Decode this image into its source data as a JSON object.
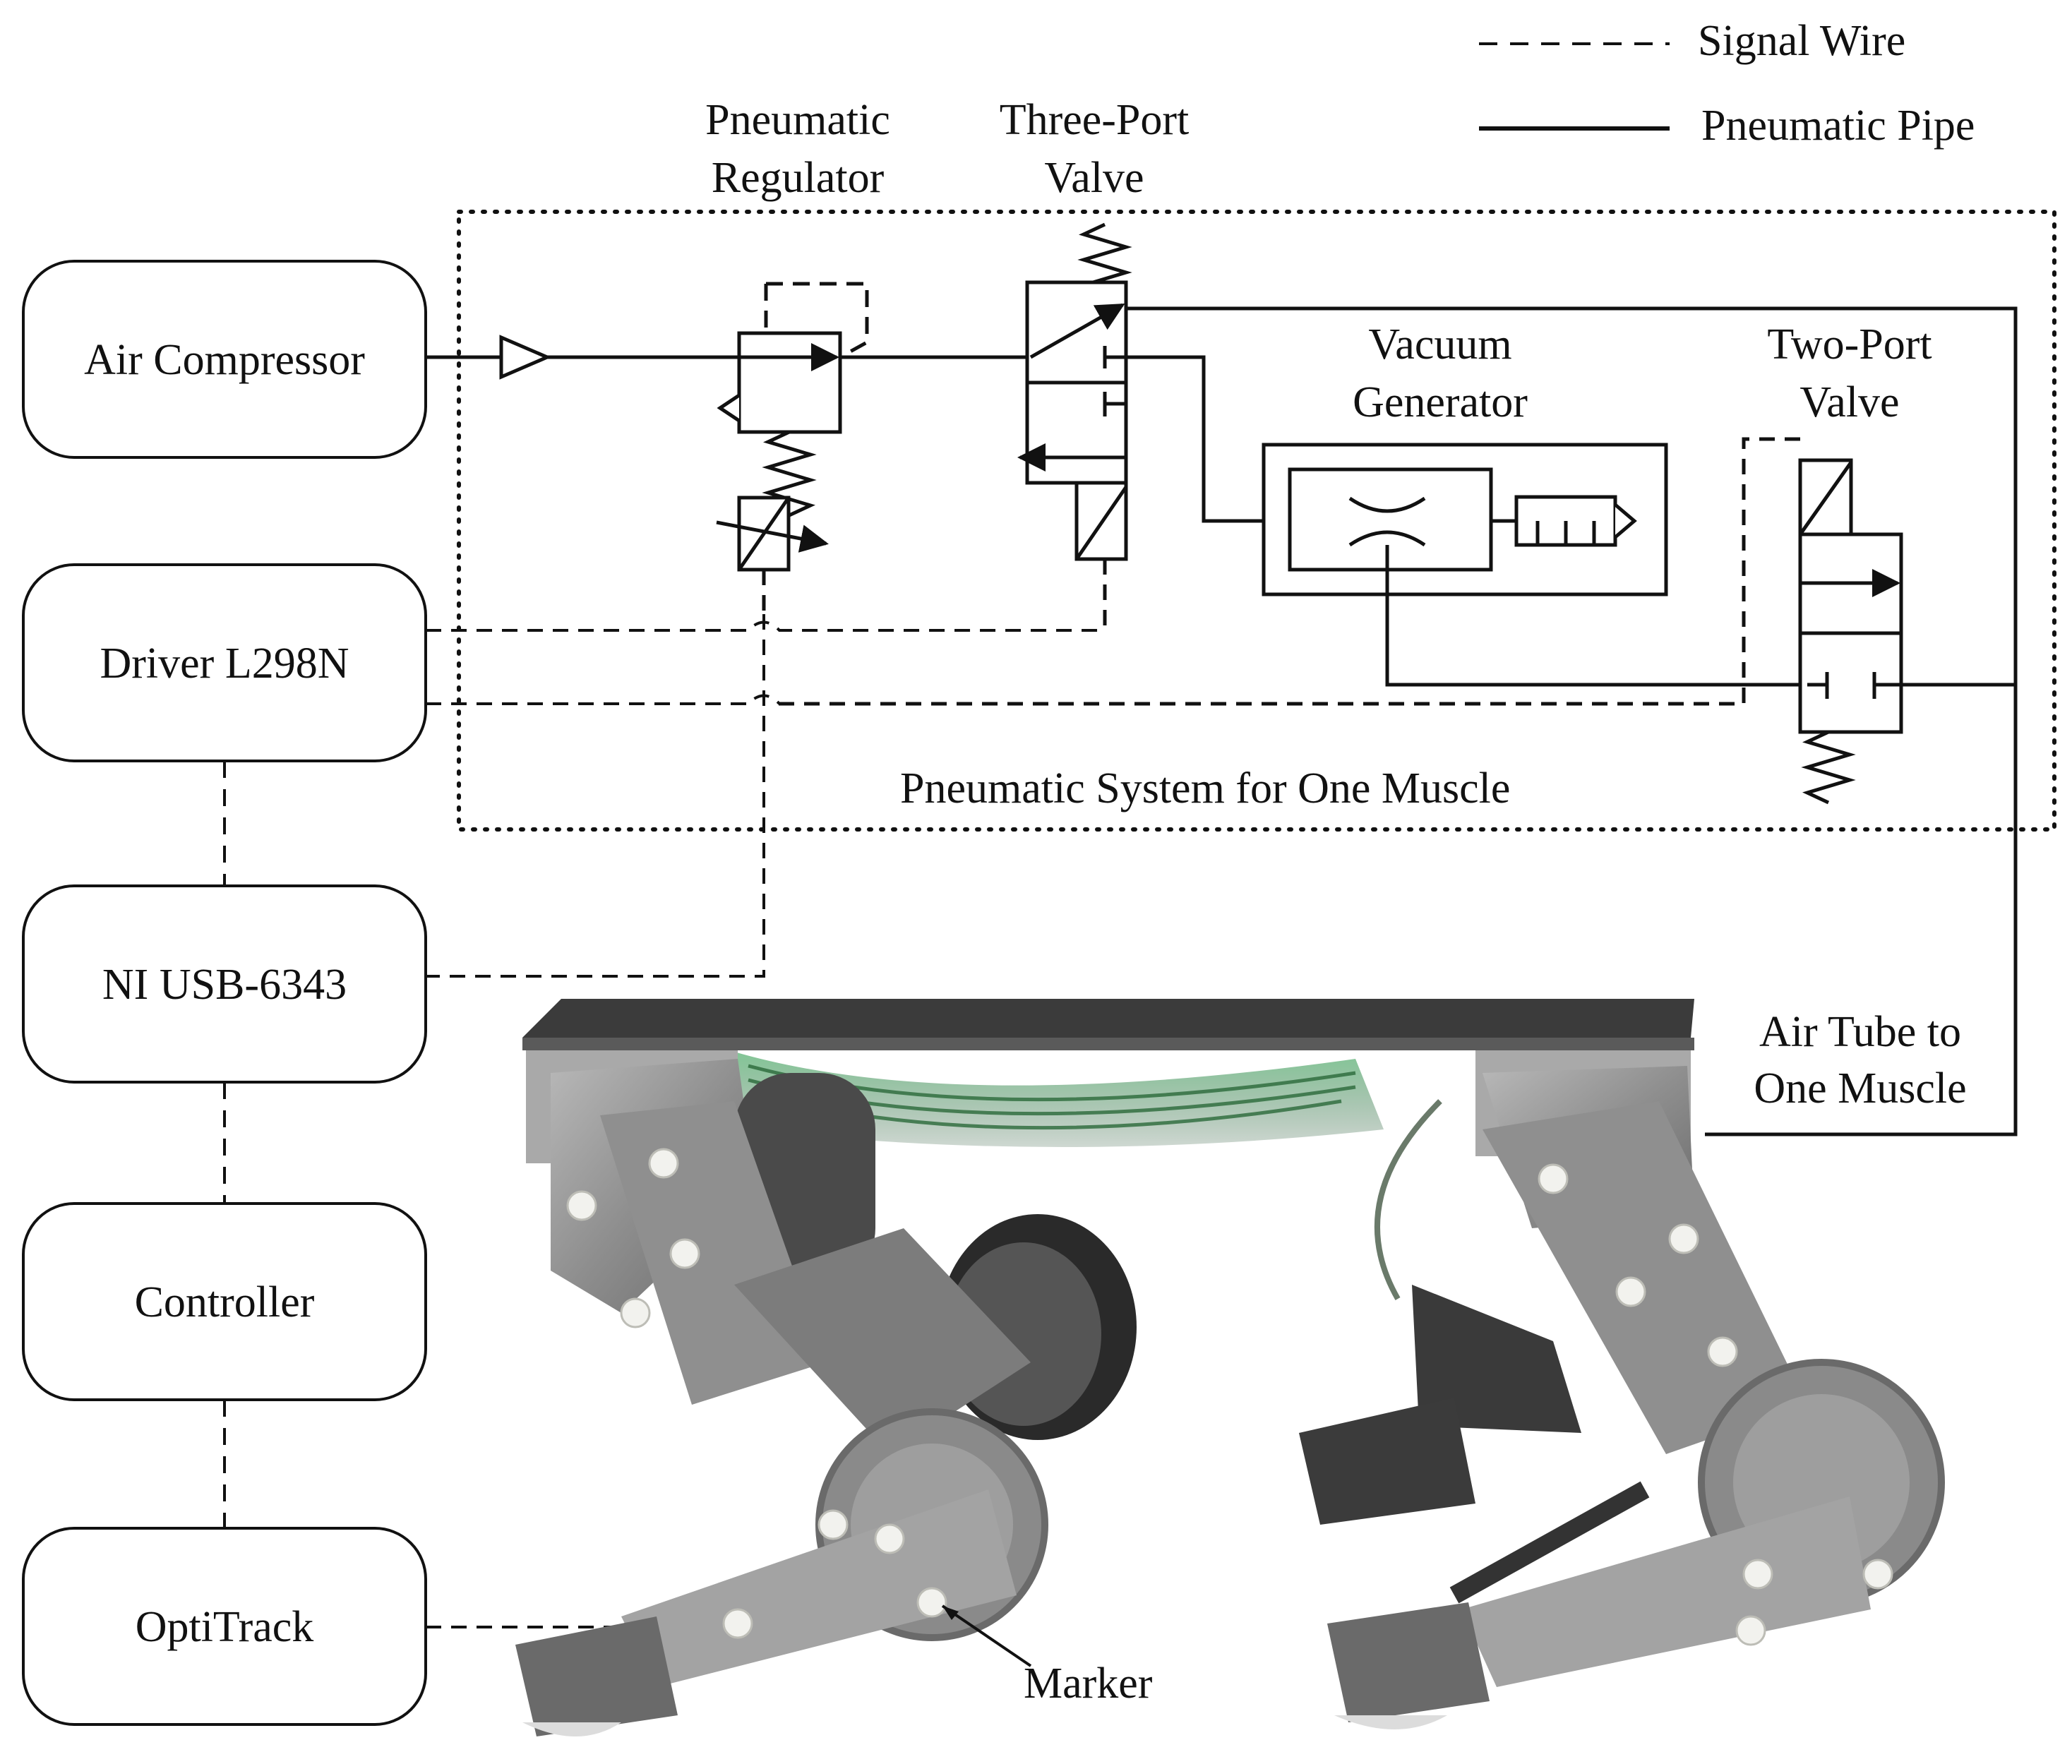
{
  "legend": {
    "signal_wire": "Signal Wire",
    "pneumatic_pipe": "Pneumatic Pipe"
  },
  "blocks": {
    "air_compressor": "Air Compressor",
    "driver": "Driver L298N",
    "daq": "NI USB-6343",
    "controller": "Controller",
    "optitrack": "OptiTrack"
  },
  "components": {
    "regulator_line1": "Pneumatic",
    "regulator_line2": "Regulator",
    "three_port_line1": "Three-Port",
    "three_port_line2": "Valve",
    "vacuum_line1": "Vacuum",
    "vacuum_line2": "Generator",
    "two_port_line1": "Two-Port",
    "two_port_line2": "Valve"
  },
  "system_label": "Pneumatic System for One Muscle",
  "air_tube_line1": "Air Tube to",
  "air_tube_line2": "One Muscle",
  "marker_label": "Marker",
  "colors": {
    "line": "#111111",
    "metal": "#9a9a9a",
    "metal_dark": "#6d6d6d",
    "plate": "#3b3b3b",
    "cable_green": "#1f7a3a"
  }
}
